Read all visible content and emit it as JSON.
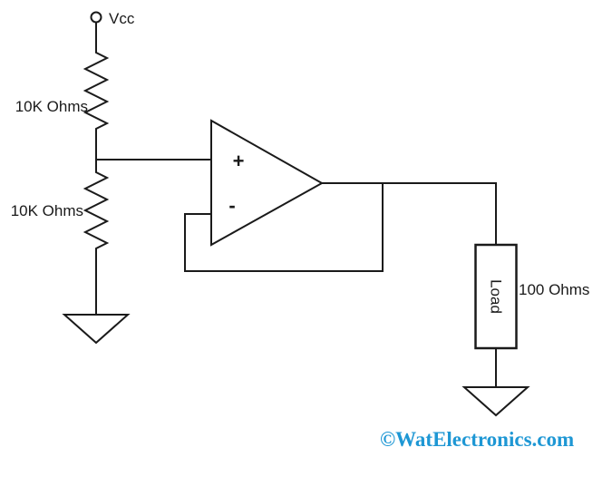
{
  "diagram": {
    "type": "circuit-schematic",
    "labels": {
      "vcc": "Vcc",
      "resistor1_value": "10K Ohms",
      "resistor2_value": "10K Ohms",
      "opamp_noninverting_input": "+",
      "opamp_inverting_input": "-",
      "load_name": "Load",
      "load_value": "100 Ohms"
    },
    "watermark": "©WatElectronics.com",
    "colors": {
      "line": "#1a1a1a",
      "watermark_blue": "#1e97d4",
      "background": "#ffffff"
    }
  }
}
